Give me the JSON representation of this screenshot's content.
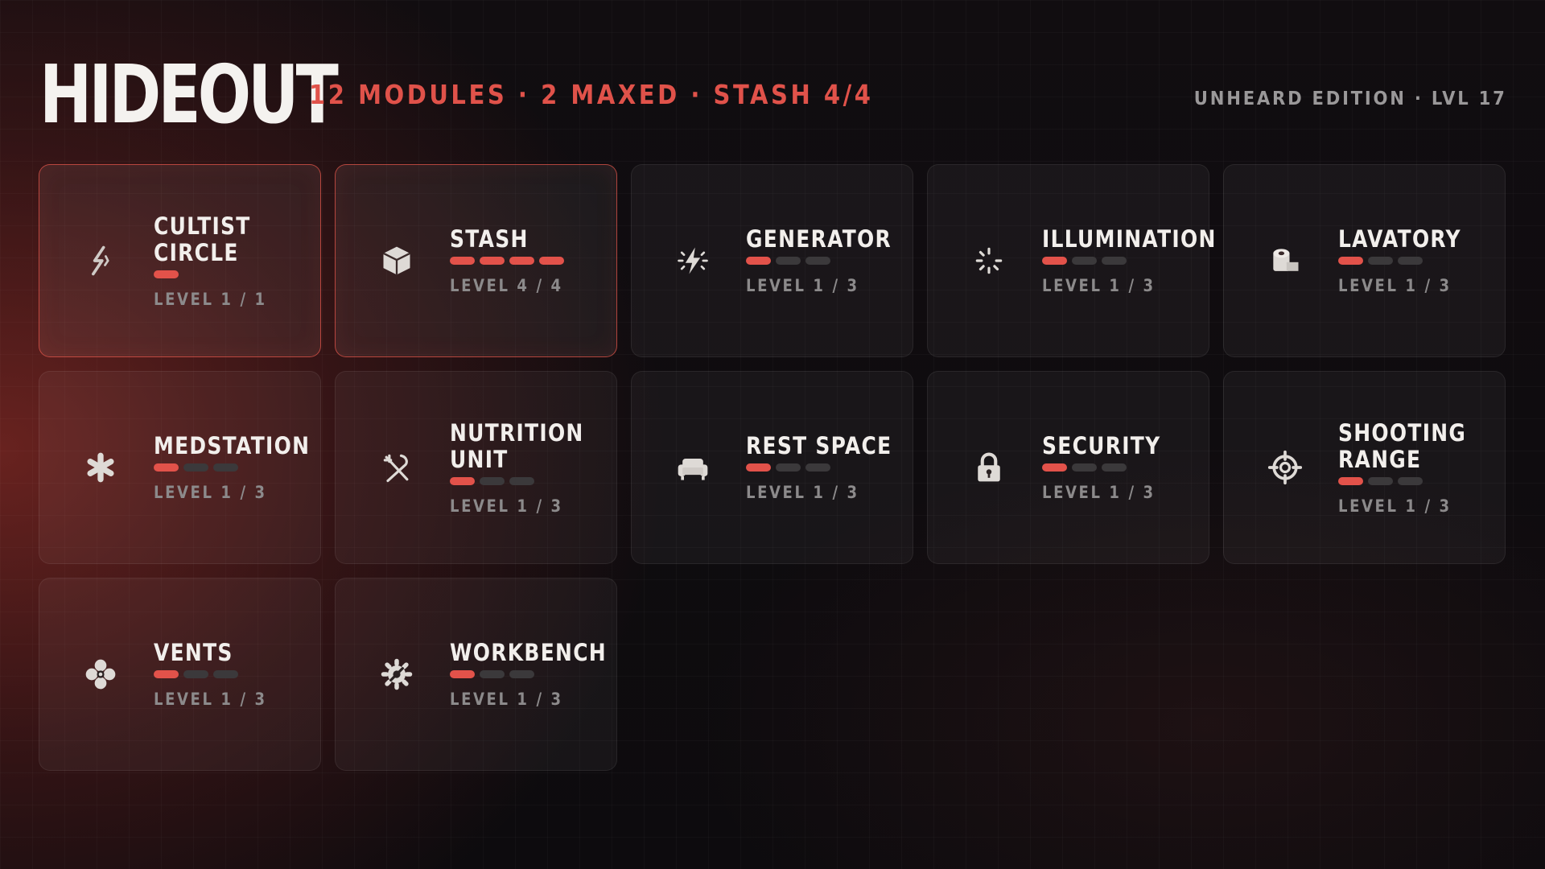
{
  "header": {
    "title": "HIDEOUT",
    "subtitle": "12 MODULES · 2 MAXED · STASH 4/4",
    "edition": "UNHEARD EDITION · LVL 17"
  },
  "colors": {
    "accent": "#e2524a",
    "pip_off": "#3b393b"
  },
  "modules": [
    {
      "name": "CULTIST CIRCLE",
      "level": 1,
      "max": 1,
      "level_text": "LEVEL 1 / 1",
      "maxed": true,
      "icon": "cultist-rune-icon"
    },
    {
      "name": "STASH",
      "level": 4,
      "max": 4,
      "level_text": "LEVEL 4 / 4",
      "maxed": true,
      "icon": "cube-icon"
    },
    {
      "name": "GENERATOR",
      "level": 1,
      "max": 3,
      "level_text": "LEVEL 1 / 3",
      "maxed": false,
      "icon": "lightning-icon"
    },
    {
      "name": "ILLUMINATION",
      "level": 1,
      "max": 3,
      "level_text": "LEVEL 1 / 3",
      "maxed": false,
      "icon": "spinner-light-icon"
    },
    {
      "name": "LAVATORY",
      "level": 1,
      "max": 3,
      "level_text": "LEVEL 1 / 3",
      "maxed": false,
      "icon": "toilet-paper-icon"
    },
    {
      "name": "MEDSTATION",
      "level": 1,
      "max": 3,
      "level_text": "LEVEL 1 / 3",
      "maxed": false,
      "icon": "medical-asterisk-icon"
    },
    {
      "name": "NUTRITION UNIT",
      "level": 1,
      "max": 3,
      "level_text": "LEVEL 1 / 3",
      "maxed": false,
      "icon": "fork-knife-icon"
    },
    {
      "name": "REST SPACE",
      "level": 1,
      "max": 3,
      "level_text": "LEVEL 1 / 3",
      "maxed": false,
      "icon": "couch-icon"
    },
    {
      "name": "SECURITY",
      "level": 1,
      "max": 3,
      "level_text": "LEVEL 1 / 3",
      "maxed": false,
      "icon": "padlock-icon"
    },
    {
      "name": "SHOOTING RANGE",
      "level": 1,
      "max": 3,
      "level_text": "LEVEL 1 / 3",
      "maxed": false,
      "icon": "crosshair-icon"
    },
    {
      "name": "VENTS",
      "level": 1,
      "max": 3,
      "level_text": "LEVEL 1 / 3",
      "maxed": false,
      "icon": "fan-icon"
    },
    {
      "name": "WORKBENCH",
      "level": 1,
      "max": 3,
      "level_text": "LEVEL 1 / 3",
      "maxed": false,
      "icon": "gear-wrench-icon"
    }
  ]
}
